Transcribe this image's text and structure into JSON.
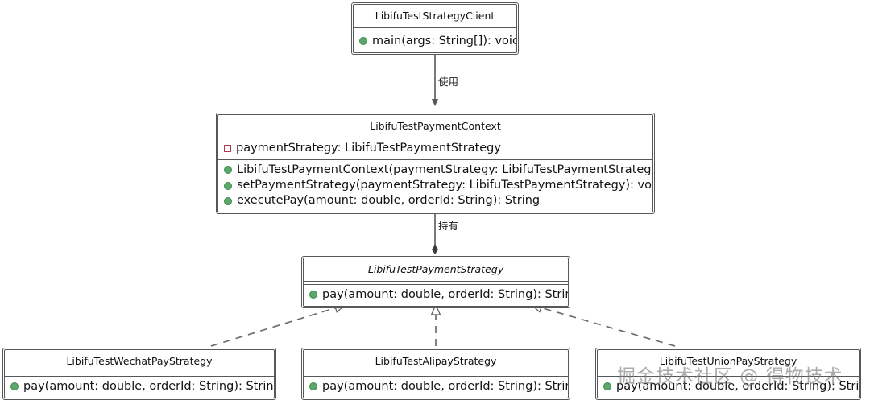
{
  "diagram": {
    "type": "uml-class-diagram",
    "background_color": "#ffffff",
    "line_color": "#55595c",
    "public_marker_color": "#5aa86a",
    "private_marker_color": "#b03a48",
    "classes": [
      {
        "id": "client",
        "name": "LibifuTestStrategyClient",
        "stereotype": "class",
        "italic": false,
        "fields": [],
        "methods": [
          {
            "visibility": "public",
            "text": "main(args: String[]): void"
          }
        ]
      },
      {
        "id": "context",
        "name": "LibifuTestPaymentContext",
        "stereotype": "class",
        "italic": false,
        "fields": [
          {
            "visibility": "private",
            "text": "paymentStrategy: LibifuTestPaymentStrategy"
          }
        ],
        "methods": [
          {
            "visibility": "public",
            "text": "LibifuTestPaymentContext(paymentStrategy: LibifuTestPaymentStrategy)"
          },
          {
            "visibility": "public",
            "text": "setPaymentStrategy(paymentStrategy: LibifuTestPaymentStrategy): void"
          },
          {
            "visibility": "public",
            "text": "executePay(amount: double, orderId: String): String"
          }
        ]
      },
      {
        "id": "strategy",
        "name": "LibifuTestPaymentStrategy",
        "stereotype": "interface",
        "italic": true,
        "fields": [],
        "methods": [
          {
            "visibility": "public",
            "text": "pay(amount: double, orderId: String): String"
          }
        ]
      },
      {
        "id": "wechat",
        "name": "LibifuTestWechatPayStrategy",
        "stereotype": "class",
        "italic": false,
        "fields": [],
        "methods": [
          {
            "visibility": "public",
            "text": "pay(amount: double, orderId: String): String"
          }
        ]
      },
      {
        "id": "alipay",
        "name": "LibifuTestAlipayStrategy",
        "stereotype": "class",
        "italic": false,
        "fields": [],
        "methods": [
          {
            "visibility": "public",
            "text": "pay(amount: double, orderId: String): String"
          }
        ]
      },
      {
        "id": "unionpay",
        "name": "LibifuTestUnionPayStrategy",
        "stereotype": "class",
        "italic": false,
        "fields": [],
        "methods": [
          {
            "visibility": "public",
            "text": "pay(amount: double, orderId: String): String"
          }
        ]
      }
    ],
    "relationships": [
      {
        "id": "uses",
        "from": "client",
        "to": "context",
        "kind": "dependency-arrow",
        "label": "使用"
      },
      {
        "id": "holds",
        "from": "context",
        "to": "strategy",
        "kind": "composition",
        "label": "持有"
      },
      {
        "id": "impl-wechat",
        "from": "wechat",
        "to": "strategy",
        "kind": "realization",
        "label": ""
      },
      {
        "id": "impl-alipay",
        "from": "alipay",
        "to": "strategy",
        "kind": "realization",
        "label": ""
      },
      {
        "id": "impl-unionpay",
        "from": "unionpay",
        "to": "strategy",
        "kind": "realization",
        "label": ""
      }
    ]
  },
  "watermark": {
    "text": "掘金技术社区 @ 得物技术"
  }
}
